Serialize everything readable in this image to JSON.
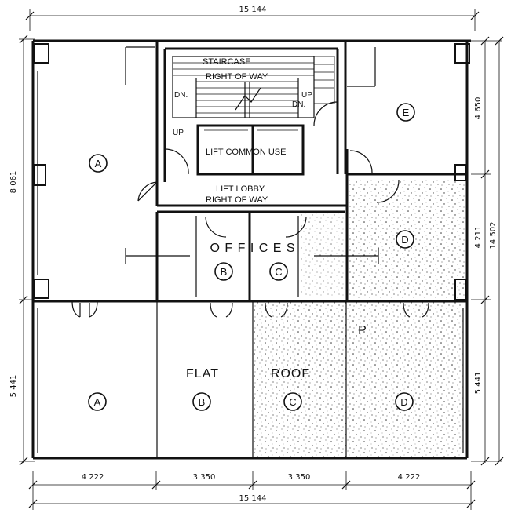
{
  "dimensions": {
    "top_total": "15 144",
    "bottom_total": "15 144",
    "bottom_segments": [
      "4 222",
      "3 350",
      "3 350",
      "4 222"
    ],
    "left_upper": "8 061",
    "left_lower": "5 441",
    "right_upper": "4 650",
    "right_middle": "4 211",
    "right_lower": "5 441",
    "right_total": "14 502"
  },
  "labels": {
    "staircase": "STAIRCASE",
    "stair_row": "RIGHT OF WAY",
    "dn_left": "DN.",
    "up_right": "UP",
    "dn_right": "DN.",
    "up_left": "UP",
    "lift": "LIFT COMMON USE",
    "lobby_line1": "LIFT LOBBY",
    "lobby_line2": "RIGHT OF WAY",
    "offices": "O F F I C E S",
    "flat": "FLAT",
    "roof": "ROOF",
    "p": "P"
  },
  "units": {
    "a_upper": "A",
    "e": "E",
    "d_upper": "D",
    "b_office": "B",
    "c_office": "C",
    "a_lower": "A",
    "b_lower": "B",
    "c_lower": "C",
    "d_lower": "D"
  }
}
